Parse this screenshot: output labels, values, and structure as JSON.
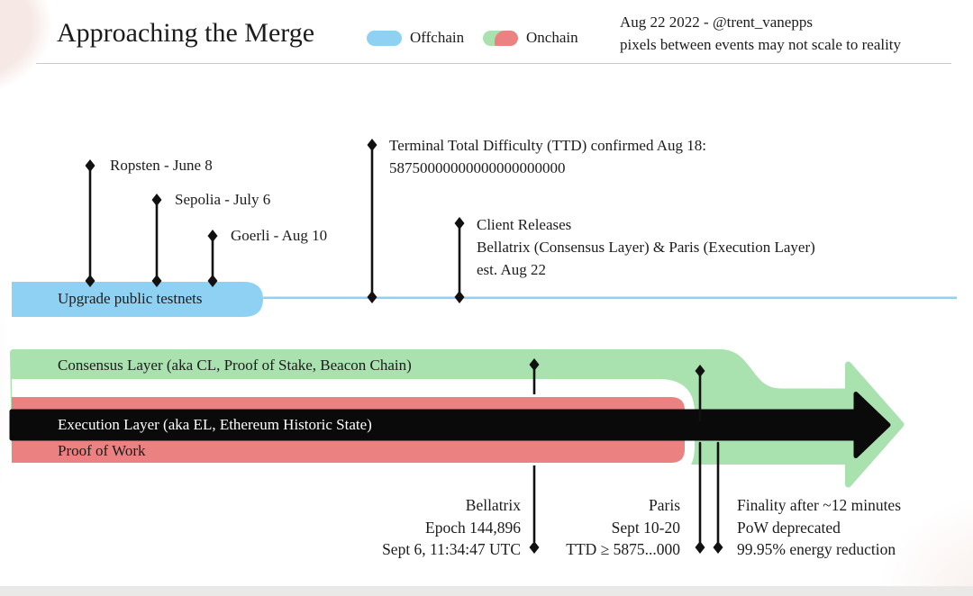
{
  "header": {
    "title": "Approaching the Merge",
    "legend": {
      "offchain": "Offchain",
      "onchain": "Onchain"
    },
    "credit_line1": "Aug 22 2022 - @trent_vanepps",
    "credit_line2": "pixels between events may not scale to reality"
  },
  "colors": {
    "offchain_blue": "#8ed1f2",
    "onchain_green": "#a9e1af",
    "onchain_red": "#ec8181",
    "arrow_black": "#0a0a0a",
    "marker_black": "#111111",
    "divider_grey": "#cbcbcb"
  },
  "testnet_events": [
    {
      "label": "Ropsten - June 8"
    },
    {
      "label": "Sepolia - July 6"
    },
    {
      "label": "Goerli - Aug 10"
    }
  ],
  "ttd_note": {
    "line1": "Terminal Total Difficulty (TTD) confirmed Aug 18:",
    "line2": "58750000000000000000000"
  },
  "client_releases_note": {
    "line1": "Client Releases",
    "line2": "Bellatrix (Consensus Layer) & Paris (Execution Layer)",
    "line3": "est. Aug 22"
  },
  "bands": {
    "testnets": "Upgrade public testnets",
    "consensus": "Consensus Layer (aka CL, Proof of Stake, Beacon Chain)",
    "execution": "Execution Layer (aka EL, Ethereum Historic State)",
    "pow": "Proof of Work"
  },
  "bottom_notes": {
    "bellatrix": [
      "Bellatrix",
      "Epoch 144,896",
      "Sept 6, 11:34:47 UTC"
    ],
    "paris": [
      "Paris",
      "Sept 10-20",
      "TTD ≥ 5875...000"
    ],
    "finality": [
      "Finality after ~12 minutes",
      "PoW deprecated",
      "99.95% energy reduction"
    ]
  }
}
